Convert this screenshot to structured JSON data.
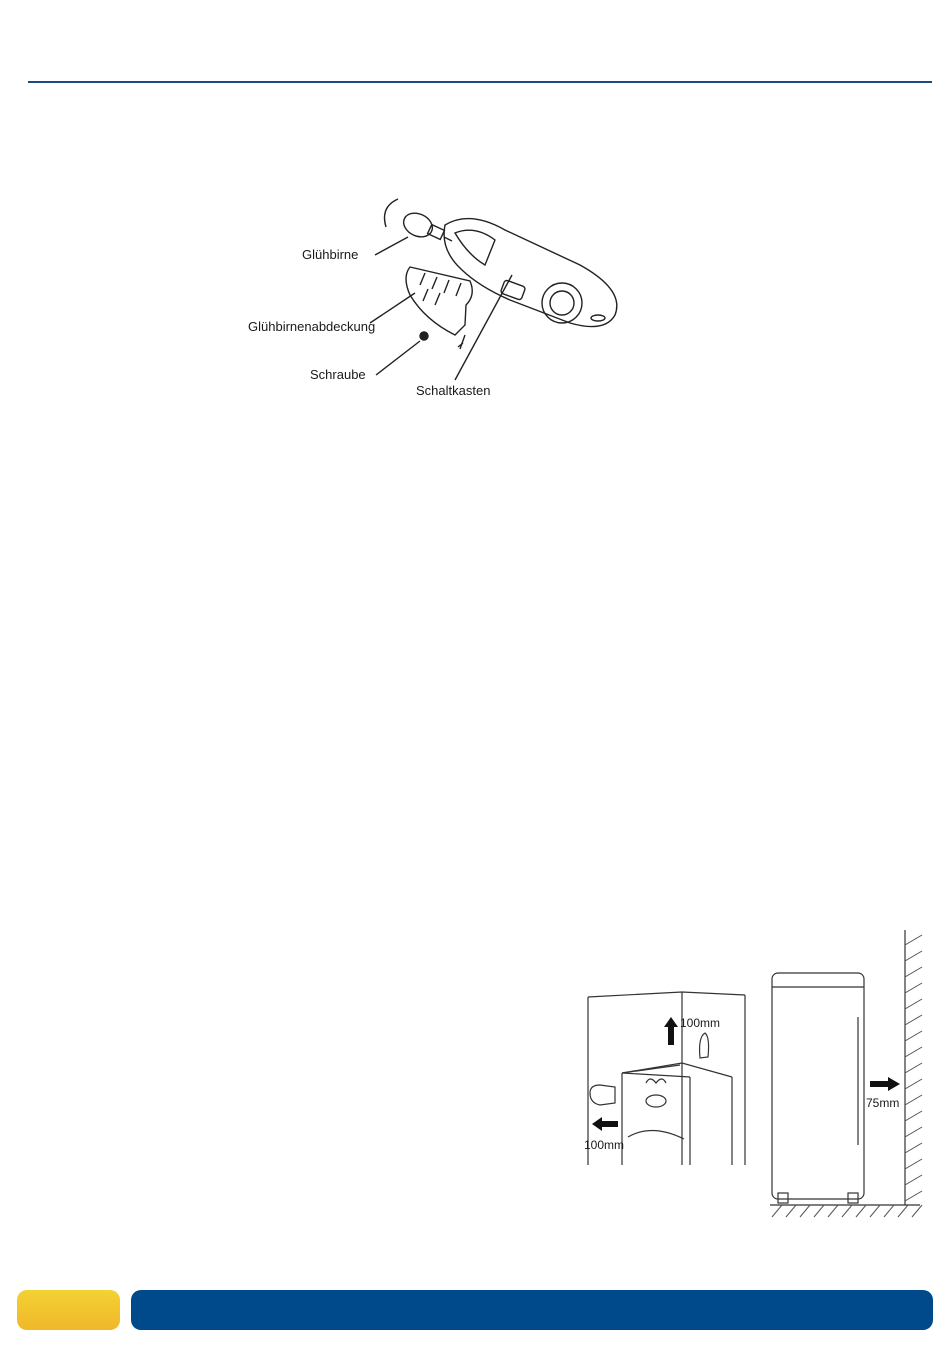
{
  "lamp_diagram": {
    "labels": {
      "bulb": "Glühbirne",
      "bulb_cover": "Glühbirnenabdeckung",
      "screw": "Schraube",
      "switch_box": "Schaltkasten"
    }
  },
  "clearance_diagram": {
    "top_clearance": "100mm",
    "side_clearance": "100mm",
    "rear_clearance": "75mm"
  },
  "colors": {
    "header_rule": "#1d4a7e",
    "footer_tab": "#f0b72a",
    "footer_bar": "#004a8c"
  }
}
